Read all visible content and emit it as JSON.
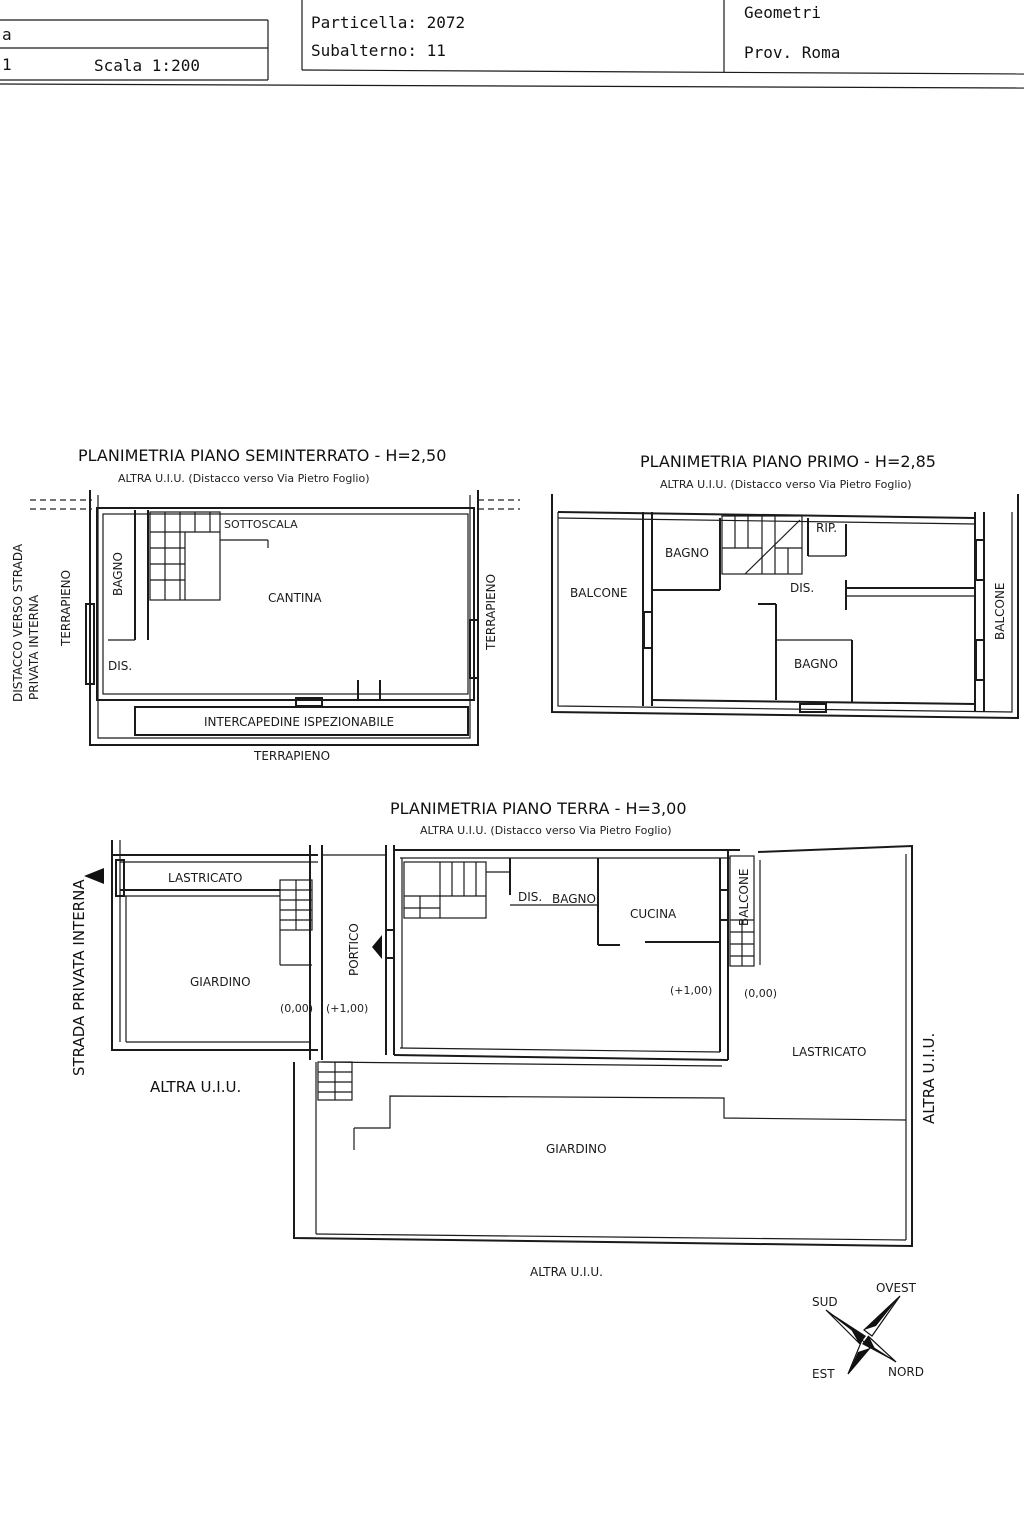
{
  "header": {
    "left_row1": "a",
    "left_row2_num": "1",
    "scale": "Scala 1:200",
    "particella": "Particella: 2072",
    "subalterno": "Subalterno: 11",
    "right_row1": "Geometri",
    "right_row2": "Prov. Roma"
  },
  "seminterrato": {
    "title": "PLANIMETRIA  PIANO SEMINTERRATO - H=2,50",
    "subtitle": "ALTRA U.I.U. (Distacco verso Via Pietro Foglio)",
    "bagno": "BAGNO",
    "cantina": "CANTINA",
    "sottoscala": "SOTTOSCALA",
    "dis": "DIS.",
    "intercapedine": "INTERCAPEDINE ISPEZIONABILE",
    "terrapieno_bottom": "TERRAPIENO",
    "terrapieno_left": "TERRAPIENO",
    "terrapieno_right": "TERRAPIENO",
    "distacco_line1": "DISTACCO VERSO STRADA",
    "distacco_line2": "PRIVATA INTERNA"
  },
  "primo": {
    "title": "PLANIMETRIA  PIANO PRIMO - H=2,85",
    "subtitle": "ALTRA U.I.U. (Distacco verso Via Pietro Foglio)",
    "balcone_left": "BALCONE",
    "bagno_top": "BAGNO",
    "rip": "RIP.",
    "dis": "DIS.",
    "bagno_bottom": "BAGNO",
    "balcone_right": "BALCONE"
  },
  "terra": {
    "title": "PLANIMETRIA  PIANO TERRA - H=3,00",
    "subtitle": "ALTRA U.I.U. (Distacco verso Via Pietro Foglio)",
    "lastricato_top": "LASTRICATO",
    "giardino_left": "GIARDINO",
    "portico": "PORTICO",
    "dis": "DIS.",
    "bagno": "BAGNO",
    "cucina": "CUCINA",
    "balcone": "BALCONE",
    "level_0_left": "(0,00)",
    "level_1_left": "(+1,00)",
    "level_1_right": "(+1,00)",
    "level_0_right": "(0,00)",
    "lastricato_right": "LASTRICATO",
    "giardino_bottom": "GIARDINO",
    "strada": "STRADA PRIVATA INTERNA",
    "altra_left": "ALTRA U.I.U.",
    "altra_right": "ALTRA U.I.U.",
    "altra_bottom": "ALTRA U.I.U."
  },
  "compass": {
    "sud": "SUD",
    "ovest": "OVEST",
    "est": "EST",
    "nord": "NORD"
  }
}
